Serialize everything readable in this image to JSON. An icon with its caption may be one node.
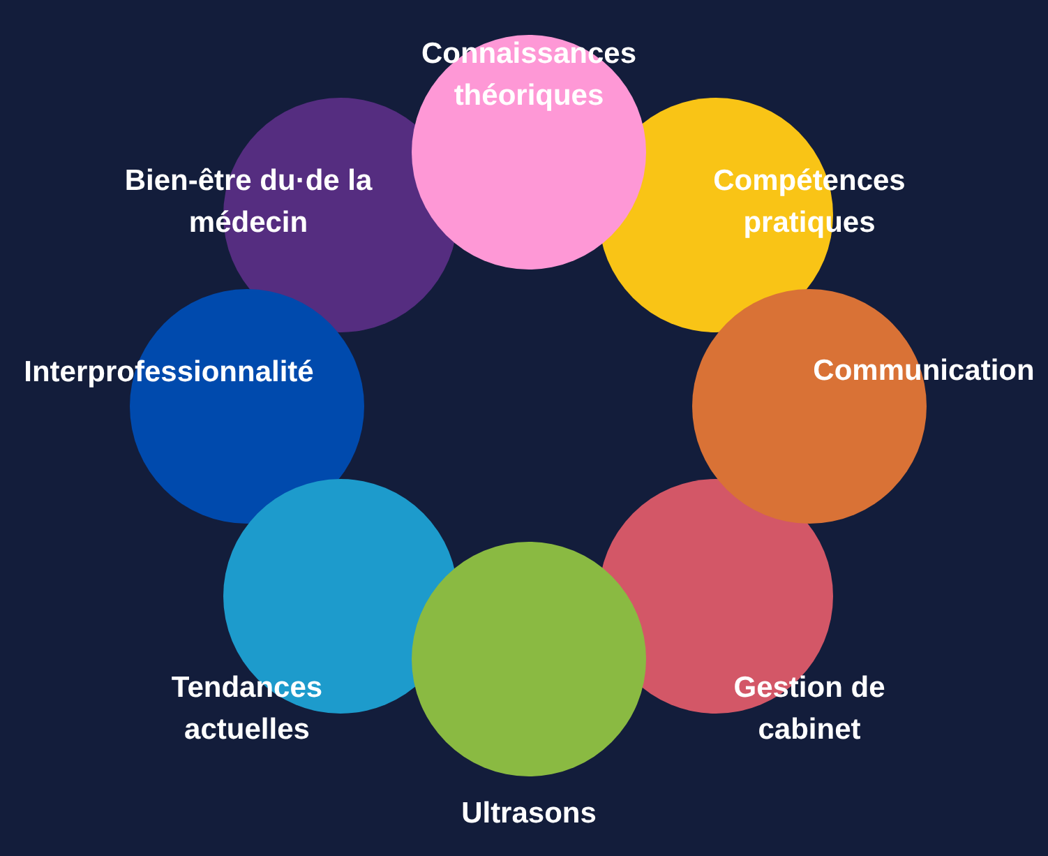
{
  "diagram": {
    "nodes": [
      {
        "text": [
          "Connaissances théoriques"
        ]
      },
      {
        "text": [
          "Bien-être du·de la médecin"
        ]
      },
      {
        "text": [
          "Compétences pratiques"
        ]
      },
      {
        "text": [
          "Interprofessionnalité"
        ]
      },
      {
        "text": [
          "Communication"
        ]
      },
      {
        "text": [
          "Tendances actuelles"
        ]
      },
      {
        "text": [
          "Gestion de cabinet"
        ]
      },
      {
        "text": [
          "Ultrasons"
        ]
      }
    ]
  }
}
